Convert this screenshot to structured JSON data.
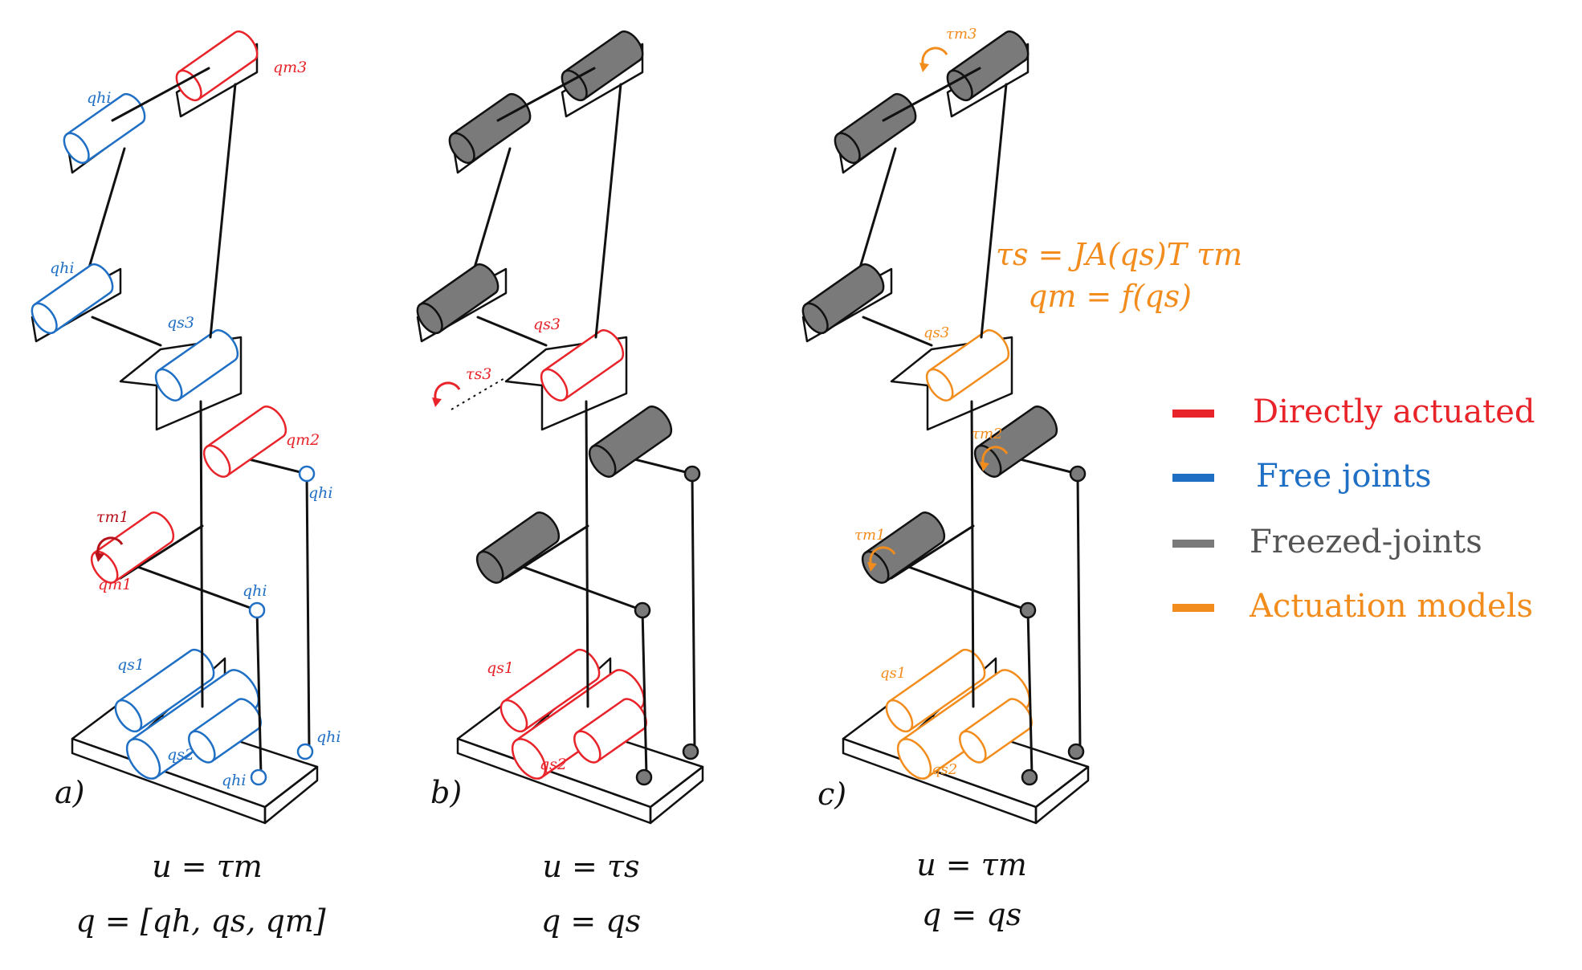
{
  "colors": {
    "directly_actuated": "#e8232a",
    "free": "#1f6fc5",
    "freezed": "#7a7a7a",
    "actuation": "#f28c1c",
    "line": "#111111"
  },
  "legend": [
    {
      "label": "Directly actuated",
      "color": "#e8232a"
    },
    {
      "label": "Free joints",
      "color": "#1f6fc5"
    },
    {
      "label": "Freezed-joints",
      "color": "#7a7a7a"
    },
    {
      "label": "Actuation models",
      "color": "#f28c1c"
    }
  ],
  "panel_a": {
    "tag": "a)",
    "eq1": "u = τm",
    "eq2": "q = [qh, qs, qm]",
    "labels": {
      "qhi_1": "qhi",
      "qm3": "qm3",
      "qhi_2": "qhi",
      "qs3": "qs3",
      "qm2": "qm2",
      "qhi_3": "qhi",
      "tau_m1": "τm1",
      "qm1": "qm1",
      "qhi_4": "qhi",
      "qs1": "qs1",
      "qs2": "qs2",
      "qhi_5": "qhi",
      "qhi_6": "qhi"
    }
  },
  "panel_b": {
    "tag": "b)",
    "eq1": "u = τs",
    "eq2": "q = qs",
    "labels": {
      "qs3": "qs3",
      "tau_s3": "τs3",
      "qs1": "qs1",
      "qs2": "qs2"
    }
  },
  "panel_c": {
    "tag": "c)",
    "eq1": "u = τm",
    "eq2": "q = qs",
    "formula1": "τs = JA(qs)T τm",
    "formula2": "qm = f(qs)",
    "labels": {
      "tau_m3": "τm3",
      "qs3": "qs3",
      "tau_m2": "τm2",
      "tau_m1": "τm1",
      "qs1": "qs1",
      "qs2": "qs2"
    }
  }
}
